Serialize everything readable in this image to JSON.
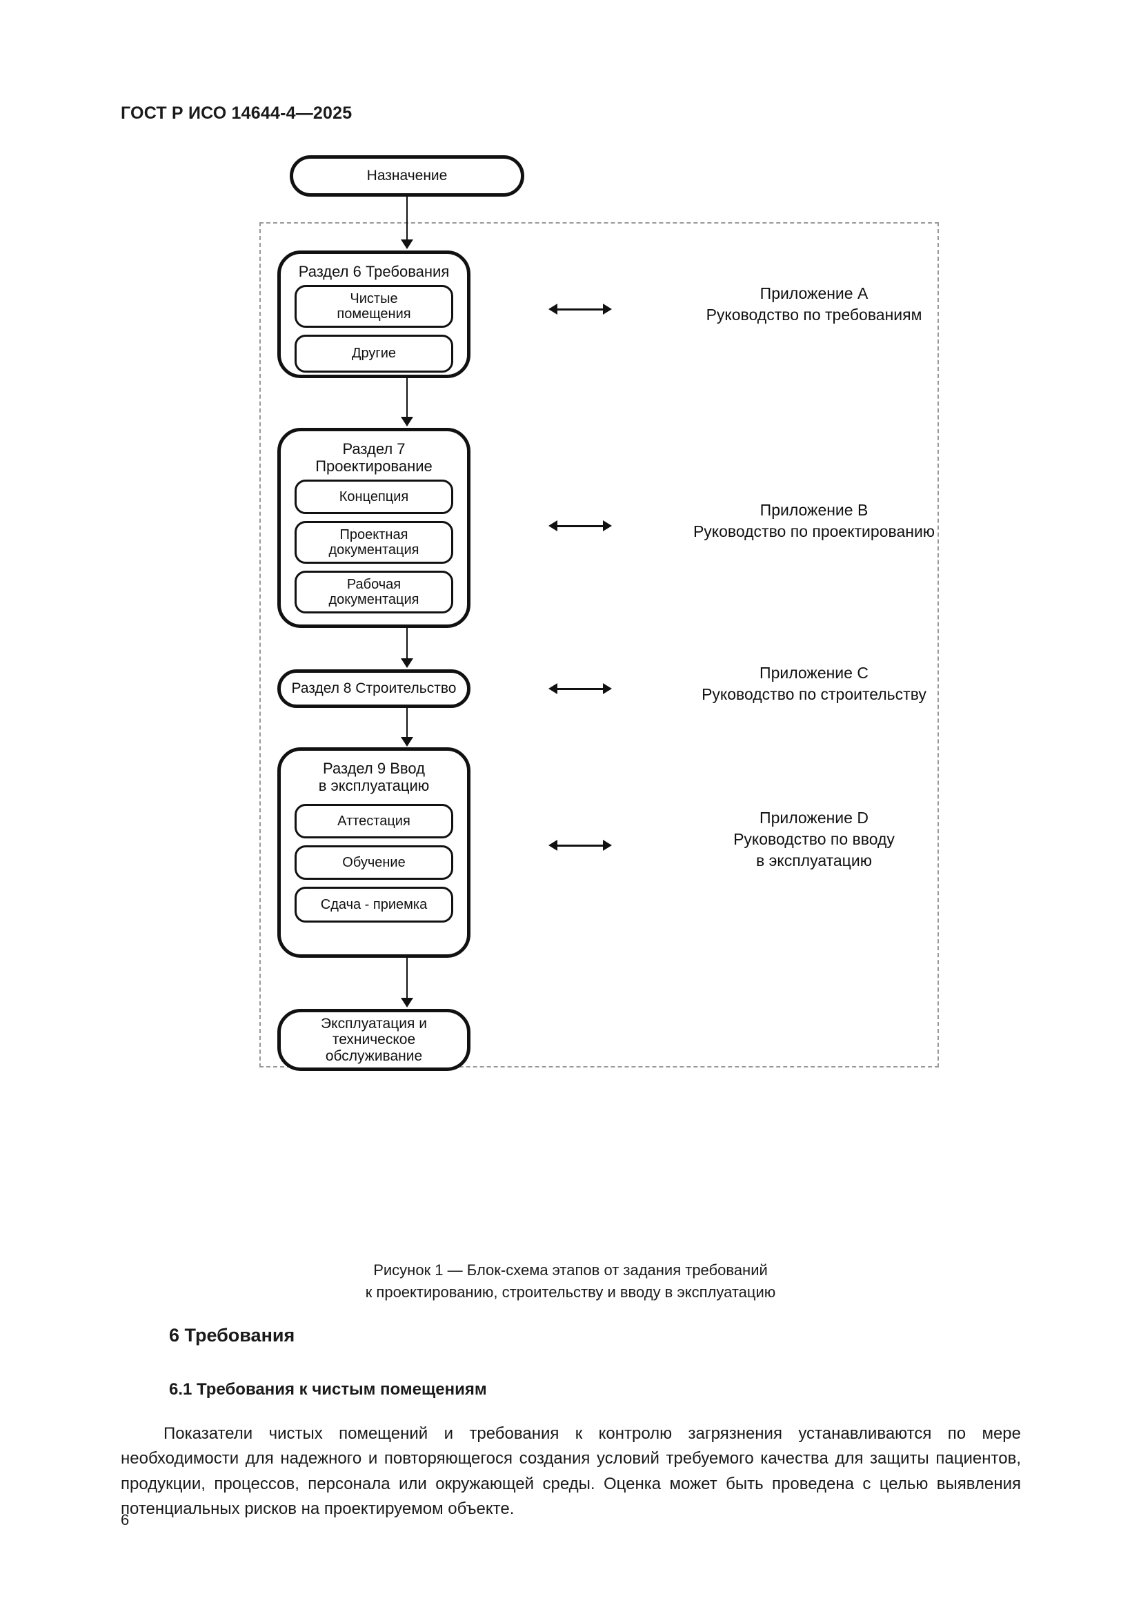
{
  "header": {
    "standard_ref": "ГОСТ Р ИСО 14644-4—2025"
  },
  "figure": {
    "nodes": {
      "purpose": "Назначение",
      "section6_title": "Раздел 6 Требования",
      "section6_items": [
        "Чистые\nпомещения",
        "Другие"
      ],
      "section7_title": "Раздел 7\nПроектирование",
      "section7_items": [
        "Концепция",
        "Проектная\nдокументация",
        "Рабочая\nдокументация"
      ],
      "section8_title": "Раздел 8 Строительство",
      "section9_title": "Раздел 9 Ввод\nв эксплуатацию",
      "section9_items": [
        "Аттестация",
        "Обучение",
        "Сдача - приемка"
      ],
      "operation": "Эксплуатация и\nтехническое\nобслуживание"
    },
    "annexes": [
      "Приложение А\nРуководство по требованиям",
      "Приложение В\nРуководство по проектированию",
      "Приложение С\nРуководство по строительству",
      "Приложение D\nРуководство по вводу\nв эксплуатацию"
    ],
    "caption": "Рисунок 1 — Блок-схема этапов от задания требований\nк проектированию, строительству и вводу в эксплуатацию"
  },
  "content": {
    "heading_1": "6 Требования",
    "heading_2": "6.1 Требования к чистым помещениям",
    "paragraph": "Показатели чистых помещений и требования к контролю загрязнения устанавливаются по мере необходимости для надежного и повторяющегося создания условий требуемого качества для защиты пациентов, продукции, процессов, персонала или окружающей среды. Оценка может быть проведена с целью выявления потенциальных рисков на проектируемом объекте.",
    "page_number": "6"
  }
}
